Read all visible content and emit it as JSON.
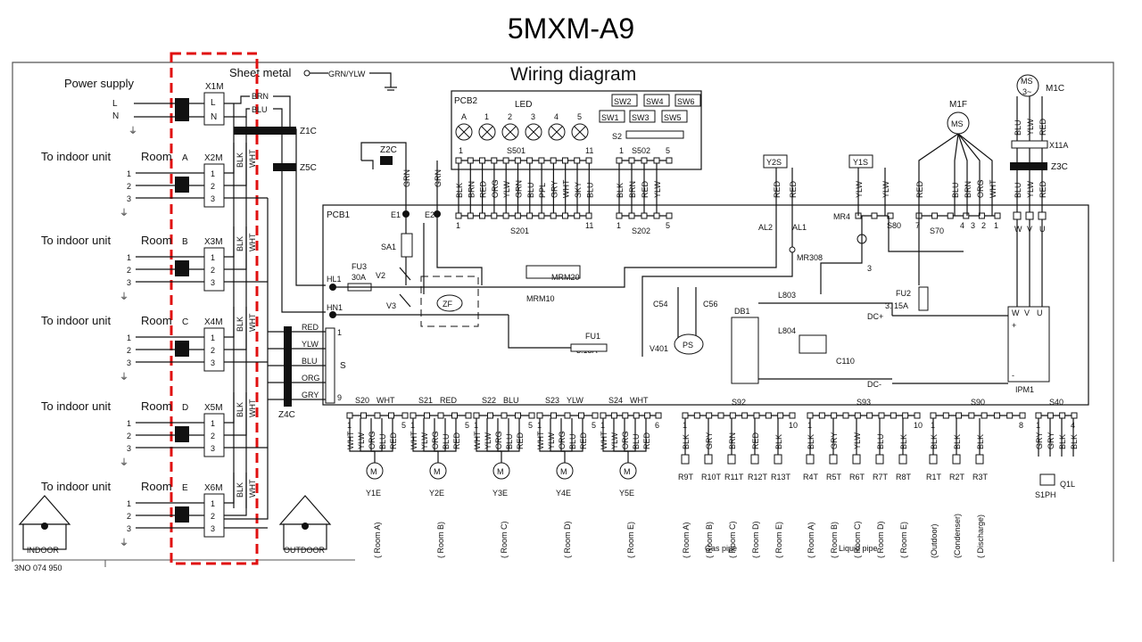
{
  "slide_title": "5MXM-A9",
  "diagram_title": "Wiring diagram",
  "colors": {
    "highlight": "#e01010",
    "ink": "#111111",
    "frame": "#555555"
  },
  "labels": {
    "power_supply": "Power supply",
    "sheet_metal": "Sheet metal",
    "sheet_metal_wire": "GRN/YLW",
    "l_terminal": "L",
    "n_terminal": "N",
    "indoor": "INDOOR",
    "outdoor": "OUTDOOR",
    "pcb1": "PCB1",
    "pcb2": "PCB2",
    "led": "LED",
    "ipm": "IPM1",
    "gas_pipe": "Gas pipe",
    "liquid_pipe": "Liquid pipe"
  },
  "rooms": [
    {
      "to": "To indoor unit",
      "room": "Room",
      "letter": "A",
      "terminal": "X2M"
    },
    {
      "to": "To indoor unit",
      "room": "Room",
      "letter": "B",
      "terminal": "X3M"
    },
    {
      "to": "To indoor unit",
      "room": "Room",
      "letter": "C",
      "terminal": "X4M"
    },
    {
      "to": "To indoor unit",
      "room": "Room",
      "letter": "D",
      "terminal": "X5M"
    },
    {
      "to": "To indoor unit",
      "room": "Room",
      "letter": "E",
      "terminal": "X6M"
    }
  ],
  "terminal_numbers": [
    "1",
    "2",
    "3"
  ],
  "x1m": {
    "name": "X1M",
    "wires": [
      "BRN",
      "BLU"
    ]
  },
  "room_wires": [
    "BLK",
    "WHT"
  ],
  "z4c": {
    "name": "Z4C",
    "connector": "S",
    "start": "1",
    "end": "9",
    "wires": [
      "RED",
      "YLW",
      "BLU",
      "ORG",
      "GRY"
    ]
  },
  "ferrites": [
    "Z1C",
    "Z5C",
    "Z2C",
    "Z3C"
  ],
  "pcb2": {
    "leds": [
      "A",
      "1",
      "2",
      "3",
      "4",
      "5"
    ],
    "switches": [
      "SW2",
      "SW4",
      "SW6",
      "SW1",
      "SW3",
      "SW5",
      "S2"
    ],
    "s501": {
      "name": "S501",
      "start": "1",
      "end": "11"
    },
    "s502": {
      "name": "S502",
      "start": "1",
      "end": "5"
    }
  },
  "s201": {
    "name": "S201",
    "start": "1",
    "end": "11",
    "wires": [
      "BLK",
      "BRN",
      "RED",
      "ORG",
      "YLW",
      "GRN",
      "BLU",
      "PPL",
      "GRY",
      "WHT",
      "SKY",
      "BLU"
    ]
  },
  "s202": {
    "name": "S202",
    "start": "1",
    "end": "5",
    "wires": [
      "BLK",
      "BRN",
      "RED",
      "YLW"
    ]
  },
  "pcb1_parts": [
    "E1",
    "E2",
    "SA1",
    "FU3",
    "30A",
    "V2",
    "V3",
    "HL1",
    "HN1",
    "ZF",
    "MRM20",
    "MRM10",
    "C54",
    "C56",
    "DB1",
    "L803",
    "L804",
    "C110",
    "DC+",
    "DC-",
    "FU1",
    "3.15A",
    "V401",
    "PS",
    "FU2",
    "3. 15A",
    "AL2",
    "AL1",
    "MR308",
    "MR4",
    "S80",
    "3",
    "S70",
    "7",
    "4",
    "3",
    "2",
    "1",
    "W",
    "V",
    "U",
    "+",
    "-",
    "GRN",
    "GRN"
  ],
  "y2s": {
    "name": "Y2S",
    "wires": [
      "RED",
      "RED"
    ]
  },
  "y1s": {
    "name": "Y1S",
    "wires": [
      "YLW",
      "YLW"
    ]
  },
  "m1f": {
    "name": "M1F",
    "motor": "MS",
    "wires": [
      "RED",
      "BLU",
      "BRN",
      "ORG",
      "WHT"
    ]
  },
  "m1c": {
    "name": "M1C",
    "motor": "MS",
    "phases": "3~",
    "wires": [
      "BLU",
      "YLW",
      "RED"
    ],
    "connector": "X11A"
  },
  "valves": [
    {
      "conn": "S20",
      "color": "WHT",
      "coil": "Y1E",
      "room": "( Room A)"
    },
    {
      "conn": "S21",
      "color": "RED",
      "coil": "Y2E",
      "room": "( Room B)"
    },
    {
      "conn": "S22",
      "color": "BLU",
      "coil": "Y3E",
      "room": "( Room C)"
    },
    {
      "conn": "S23",
      "color": "YLW",
      "coil": "Y4E",
      "room": "( Room D)"
    },
    {
      "conn": "S24",
      "color": "WHT",
      "coil": "Y5E",
      "room": "( Room E)"
    }
  ],
  "valve_wires": [
    "WHT",
    "YLW",
    "ORG",
    "BLU",
    "RED"
  ],
  "valve_pins": {
    "start": "1",
    "end": "5",
    "end_last": "6"
  },
  "s92": {
    "name": "S92",
    "start": "1",
    "end": "10",
    "wires": [
      "BLK",
      "GRY",
      "BRN",
      "RED",
      "BLK"
    ],
    "sensors": [
      "R9T",
      "R10T",
      "R11T",
      "R12T",
      "R13T"
    ],
    "rooms": [
      "( Room A)",
      "( Room B)",
      "( Room C)",
      "( Room D)",
      "( Room E)"
    ]
  },
  "s93": {
    "name": "S93",
    "start": "1",
    "end": "10",
    "wires": [
      "BLK",
      "GRY",
      "YLW",
      "BLU",
      "BLK"
    ],
    "sensors": [
      "R4T",
      "R5T",
      "R6T",
      "R7T",
      "R8T"
    ],
    "rooms": [
      "( Room A)",
      "( Room B)",
      "( Room C)",
      "( Room D)",
      "( Room E)"
    ]
  },
  "s90": {
    "name": "S90",
    "start": "1",
    "end": "8",
    "wires": [
      "BLK",
      "BLK",
      "BLK"
    ],
    "sensors": [
      "R1T",
      "R2T",
      "R3T"
    ],
    "rooms": [
      "(Outdoor)",
      "(Condenser)",
      "( Discharge)"
    ]
  },
  "s40": {
    "name": "S40",
    "start": "1",
    "end": "4",
    "wires": [
      "GRY",
      "GRY",
      "BLK",
      "BLK"
    ],
    "parts": [
      "S1PH",
      "Q1L"
    ]
  },
  "footer": {
    "left": "3NO   074   950"
  }
}
